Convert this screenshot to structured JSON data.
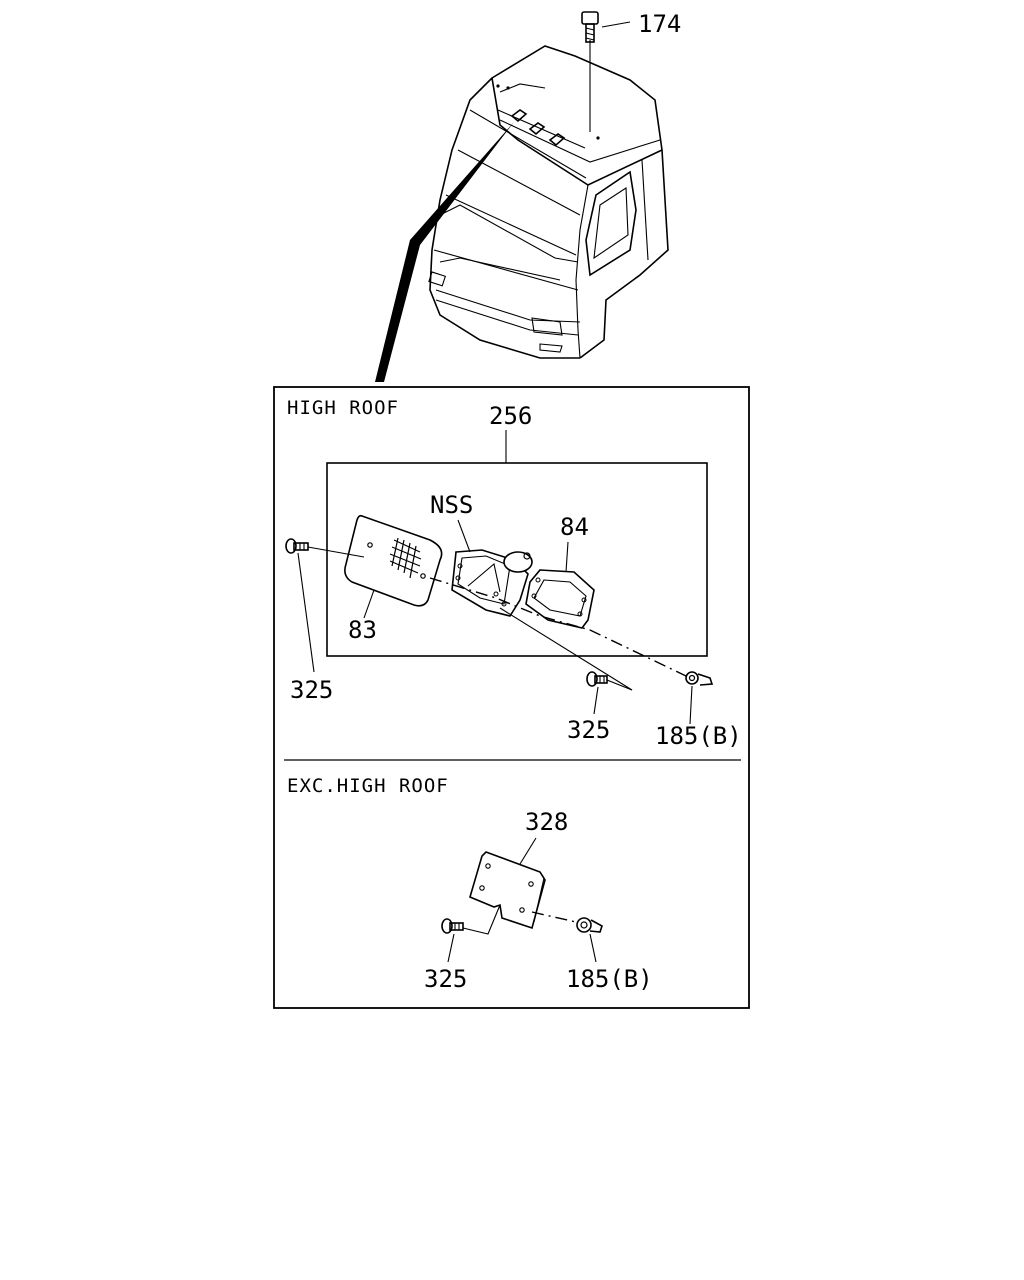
{
  "sections": {
    "high_roof": "HIGH ROOF",
    "exc_high_roof": "EXC.HIGH ROOF"
  },
  "callouts": {
    "top_bolt": "174",
    "assembly": "256",
    "nss": "NSS",
    "lens": "83",
    "gasket": "84",
    "screw_left": "325",
    "screw_mid": "325",
    "nut_high": "185(B)",
    "plate": "328",
    "screw_exc": "325",
    "nut_exc": "185(B)"
  }
}
